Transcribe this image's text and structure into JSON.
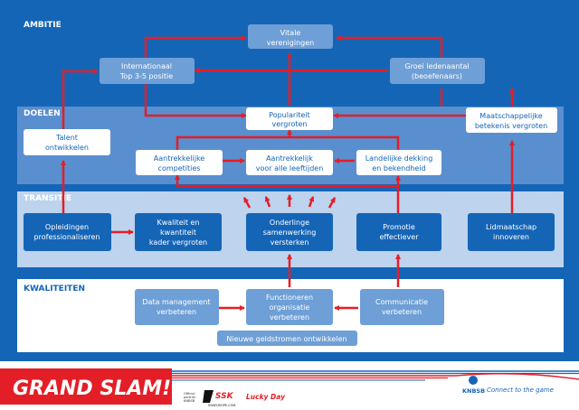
{
  "sections": {
    "ambitie": "AMBITIE",
    "doelen": "DOELEN",
    "transitie": "TRANSITIE",
    "kwaliteiten": "KWALITEITEN"
  },
  "boxes": {
    "vitale": [
      "Vitale",
      "verenigingen"
    ],
    "internationaal": [
      "Internationaal",
      "Top 3-5 positie"
    ],
    "groei": [
      "Groei ledenaantal",
      "(beoefenaars)"
    ],
    "populariteit": [
      "Populariteit",
      "vergroten"
    ],
    "talent": [
      "Talent",
      "ontwikkelen"
    ],
    "maatschappelijke": [
      "Maatschappelijke",
      "betekenis vergroten"
    ],
    "competities": [
      "Aantrekkelijke",
      "competities"
    ],
    "leeftijden": [
      "Aantrekkelijk",
      "voor alle leeftijden"
    ],
    "landelijke": [
      "Landelijke dekking",
      "en bekendheid"
    ],
    "opleidingen": [
      "Opleidingen",
      "professionaliseren"
    ],
    "kwaliteit_kader": [
      "Kwaliteit en",
      "kwantiteit",
      "kader vergroten"
    ],
    "onderlinge": [
      "Onderlinge",
      "samenwerking",
      "versterken"
    ],
    "promotie": [
      "Promotie",
      "effectiever"
    ],
    "lidmaatschap": [
      "Lidmaatschap",
      "innoveren"
    ],
    "datamanagement": [
      "Data management",
      "verbeteren"
    ],
    "functioneren": [
      "Functioneren",
      "organisatie",
      "verbeteren"
    ],
    "communicatie": [
      "Communicatie",
      "verbeteren"
    ],
    "geldstromen": [
      "Nieuwe geldstromen ontwikkelen"
    ]
  },
  "footer": {
    "grand_slam": "GRAND SLAM!",
    "connect": "Connect to the game",
    "knbsb": "KNBSB",
    "ssk": "SSK",
    "ssk_url": "SSKEUROPE.COM",
    "lucky": "Lucky Day",
    "official": [
      "Official",
      "partner",
      "KNBSB"
    ]
  },
  "colors": {
    "dark_blue": "#1565b7",
    "mid_blue": "#5a8fcf",
    "pale_blue": "#bdd3ee",
    "light_box": "#6e9fd6",
    "white": "#ffffff",
    "red": "#e41e26"
  }
}
